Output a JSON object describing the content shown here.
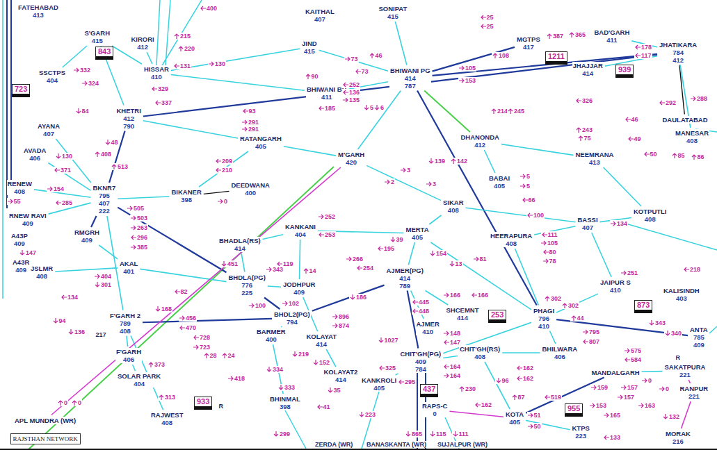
{
  "diagram": {
    "nodes": [
      {
        "text": [
          "FATEHABAD",
          "413"
        ]
      },
      {
        "text": [
          "KIRORI",
          "412"
        ]
      },
      {
        "text": [
          "KAITHAL",
          "407"
        ]
      },
      {
        "text": [
          "SONIPAT",
          "415"
        ]
      },
      {
        "text": [
          "S'GARH",
          "415"
        ]
      },
      {
        "text": [
          "HISSAR",
          "410"
        ]
      },
      {
        "text": [
          "JIND",
          "415"
        ]
      },
      {
        "text": [
          "BHIWANI PG",
          "414",
          "787"
        ]
      },
      {
        "text": [
          "BHIWANI BB",
          "411"
        ]
      },
      {
        "text": [
          "MGTPS",
          "417"
        ]
      },
      {
        "text": [
          "BAD'GARH",
          "411"
        ]
      },
      {
        "text": [
          "JHAJJAR",
          "414"
        ]
      },
      {
        "text": [
          "JHATIKARA",
          "784",
          "412"
        ]
      },
      {
        "text": [
          "SSCTPS",
          "404"
        ]
      },
      {
        "text": [
          "KHETRI",
          "412",
          "790"
        ]
      },
      {
        "text": [
          "AYANA",
          "407"
        ]
      },
      {
        "text": [
          "AVADA",
          "406"
        ]
      },
      {
        "text": [
          "RATANGARH",
          "405"
        ]
      },
      {
        "text": [
          "M'GARH",
          "420"
        ]
      },
      {
        "text": [
          "DHANONDA",
          "412"
        ]
      },
      {
        "text": [
          "NEEMRANA",
          "413"
        ]
      },
      {
        "text": [
          "DAULATABAD"
        ]
      },
      {
        "text": [
          "MANESAR",
          "408"
        ]
      },
      {
        "text": [
          "RENEW",
          "408"
        ]
      },
      {
        "text": [
          "BKNR7",
          "795",
          "407",
          "222"
        ]
      },
      {
        "text": [
          "BIKANER",
          "398"
        ]
      },
      {
        "text": [
          "DEEDWANA",
          "400"
        ]
      },
      {
        "text": [
          "BABAI",
          "405"
        ]
      },
      {
        "text": [
          "SIKAR",
          "408"
        ]
      },
      {
        "text": [
          "KOTPUTLI",
          "408"
        ]
      },
      {
        "text": [
          "RNEW RAVI",
          "409"
        ]
      },
      {
        "text": [
          "A43P",
          "409"
        ]
      },
      {
        "text": [
          "A43R",
          "409"
        ]
      },
      {
        "text": [
          "RMGRH",
          "409"
        ]
      },
      {
        "text": [
          "BHADLA(RS)",
          "414"
        ]
      },
      {
        "text": [
          "KANKANI",
          "404"
        ]
      },
      {
        "text": [
          "MERTA",
          "405"
        ]
      },
      {
        "text": [
          "HEERAPURA",
          "408"
        ]
      },
      {
        "text": [
          "BASSI",
          "407"
        ]
      },
      {
        "text": [
          "AKAL",
          "401"
        ]
      },
      {
        "text": [
          "JSLMR",
          "408"
        ]
      },
      {
        "text": [
          "BHDLA(PG)",
          "776",
          "225"
        ]
      },
      {
        "text": [
          "JODHPUR",
          "409"
        ]
      },
      {
        "text": [
          "JAIPUR S",
          "410"
        ]
      },
      {
        "text": [
          "KALISINDH",
          "403"
        ]
      },
      {
        "text": [
          "AJMER(PG)",
          "414",
          "789"
        ]
      },
      {
        "text": [
          "SHCEMNT",
          "414"
        ]
      },
      {
        "text": [
          "PHAGI",
          "796",
          "410"
        ]
      },
      {
        "text": [
          "F'GARH 2",
          "789",
          "408"
        ]
      },
      {
        "text": [
          "BHDL2(PG)",
          "794"
        ]
      },
      {
        "text": [
          "BARMER",
          "400"
        ]
      },
      {
        "text": [
          "AJMER",
          "410"
        ]
      },
      {
        "text": [
          "ANTA",
          "785",
          "409"
        ]
      },
      {
        "text": [
          "F'GARH",
          "406"
        ]
      },
      {
        "text": [
          "KOLAYAT",
          "414"
        ]
      },
      {
        "text": [
          "CHIT'GH(PG)",
          "409",
          "784"
        ]
      },
      {
        "text": [
          "CHIT'GH(RS)",
          "408"
        ]
      },
      {
        "text": [
          "BHILWARA",
          "406"
        ]
      },
      {
        "text": [
          "SOLAR PARK",
          "404"
        ]
      },
      {
        "text": [
          "KOLAYAT2",
          "414"
        ]
      },
      {
        "text": [
          "KANKROLI",
          "405"
        ]
      },
      {
        "text": [
          "MANDALGARH"
        ]
      },
      {
        "text": [
          "SAKATPURA",
          "221"
        ]
      },
      {
        "text": [
          "RAJWEST",
          "408"
        ]
      },
      {
        "text": [
          "BHINMAL",
          "398"
        ]
      },
      {
        "text": [
          "RAPS-C",
          "0"
        ]
      },
      {
        "text": [
          "KOTA",
          "405"
        ]
      },
      {
        "text": [
          "KTPS",
          "223"
        ]
      },
      {
        "text": [
          "RANPUR",
          "221"
        ]
      },
      {
        "text": [
          "MORAK",
          "216"
        ]
      },
      {
        "text": [
          "APL MUNDRA (WR)"
        ]
      },
      {
        "text": [
          "RAJSTHAN NETWORK"
        ]
      },
      {
        "text": [
          "843"
        ]
      },
      {
        "text": [
          "723"
        ]
      },
      {
        "text": [
          "1211"
        ]
      },
      {
        "text": [
          "939"
        ]
      },
      {
        "text": [
          "253"
        ]
      },
      {
        "text": [
          "437"
        ]
      },
      {
        "text": [
          "933"
        ]
      },
      {
        "text": [
          "955"
        ]
      },
      {
        "text": [
          "873"
        ]
      }
    ],
    "edges": [
      {
        "from": 13,
        "to": 4,
        "arrow": "none"
      },
      {
        "from": 4,
        "to": 5,
        "arrow": "none"
      },
      {
        "from": 5,
        "to": 1,
        "arrow": "none"
      },
      {
        "from": 5,
        "to": 8,
        "arrow": "none"
      },
      {
        "from": 5,
        "to": 6,
        "arrow": "none"
      },
      {
        "from": 8,
        "to": 7,
        "arrow": "none"
      },
      {
        "from": 6,
        "to": 7,
        "arrow": "none"
      },
      {
        "from": 7,
        "to": 3,
        "arrow": "none"
      },
      {
        "from": 7,
        "to": 9,
        "arrow": "none"
      },
      {
        "from": 7,
        "to": 12,
        "arrow": "none"
      },
      {
        "from": 10,
        "to": 12,
        "arrow": "none"
      },
      {
        "from": 11,
        "to": 12,
        "arrow": "none"
      },
      {
        "from": 12,
        "to": 21,
        "arrow": "none"
      },
      {
        "from": 14,
        "to": 24,
        "arrow": "none"
      },
      {
        "from": 14,
        "to": 12,
        "arrow": "none"
      },
      {
        "from": 14,
        "to": 17,
        "arrow": "none"
      },
      {
        "from": 15,
        "to": 24,
        "arrow": "none"
      },
      {
        "from": 16,
        "to": 24,
        "arrow": "none"
      },
      {
        "from": 23,
        "to": 24,
        "arrow": "none"
      },
      {
        "from": 30,
        "to": 24,
        "arrow": "none"
      },
      {
        "from": 24,
        "to": 25,
        "arrow": "none"
      },
      {
        "from": 24,
        "to": 33,
        "arrow": "none"
      },
      {
        "from": 24,
        "to": 41,
        "arrow": "none"
      },
      {
        "from": 24,
        "to": 48,
        "arrow": "none"
      },
      {
        "from": 25,
        "to": 17,
        "arrow": "none"
      },
      {
        "from": 26,
        "to": 25,
        "arrow": "none"
      },
      {
        "from": 17,
        "to": 18,
        "arrow": "none"
      },
      {
        "from": 18,
        "to": 7,
        "arrow": "none"
      },
      {
        "from": 18,
        "to": 28,
        "arrow": "none"
      },
      {
        "from": 7,
        "to": 47,
        "arrow": "none"
      },
      {
        "from": 19,
        "to": 27,
        "arrow": "none"
      },
      {
        "from": 19,
        "to": 20,
        "arrow": "none"
      },
      {
        "from": 20,
        "to": 29,
        "arrow": "none"
      },
      {
        "from": 28,
        "to": 36,
        "arrow": "none"
      },
      {
        "from": 28,
        "to": 38,
        "arrow": "none"
      },
      {
        "from": 35,
        "to": 36,
        "arrow": "none"
      },
      {
        "from": 34,
        "to": 35,
        "arrow": "none"
      },
      {
        "from": 36,
        "to": 45,
        "arrow": "none"
      },
      {
        "from": 36,
        "to": 47,
        "arrow": "none"
      },
      {
        "from": 37,
        "to": 47,
        "arrow": "none"
      },
      {
        "from": 37,
        "to": 38,
        "arrow": "none"
      },
      {
        "from": 38,
        "to": 43,
        "arrow": "none"
      },
      {
        "from": 38,
        "to": 29,
        "arrow": "none"
      },
      {
        "from": 39,
        "to": 33,
        "arrow": "none"
      },
      {
        "from": 40,
        "to": 39,
        "arrow": "none"
      },
      {
        "from": 39,
        "to": 41,
        "arrow": "none"
      },
      {
        "from": 41,
        "to": 49,
        "arrow": "none"
      },
      {
        "from": 48,
        "to": 49,
        "arrow": "none"
      },
      {
        "from": 41,
        "to": 34,
        "arrow": "none"
      },
      {
        "from": 42,
        "to": 35,
        "arrow": "none"
      },
      {
        "from": 42,
        "to": 41,
        "arrow": "none"
      },
      {
        "from": 49,
        "to": 45,
        "arrow": "none"
      },
      {
        "from": 45,
        "to": 55,
        "arrow": "none"
      },
      {
        "from": 45,
        "to": 51,
        "arrow": "none"
      },
      {
        "from": 45,
        "to": 46,
        "arrow": "none"
      },
      {
        "from": 47,
        "to": 52,
        "arrow": "none"
      },
      {
        "from": 47,
        "to": 43,
        "arrow": "none"
      },
      {
        "from": 48,
        "to": 53,
        "arrow": "none"
      },
      {
        "from": 53,
        "to": 58,
        "arrow": "none"
      },
      {
        "from": 48,
        "to": 63,
        "arrow": "none"
      },
      {
        "from": 50,
        "to": 49,
        "arrow": "none"
      },
      {
        "from": 50,
        "to": 64,
        "arrow": "none"
      },
      {
        "from": 42,
        "to": 54,
        "arrow": "none"
      },
      {
        "from": 54,
        "to": 59,
        "arrow": "none"
      },
      {
        "from": 55,
        "to": 56,
        "arrow": "none"
      },
      {
        "from": 55,
        "to": 60,
        "arrow": "none"
      },
      {
        "from": 56,
        "to": 57,
        "arrow": "none"
      },
      {
        "from": 57,
        "to": 47,
        "arrow": "none"
      },
      {
        "from": 56,
        "to": 66,
        "arrow": "none"
      },
      {
        "from": 66,
        "to": 67,
        "arrow": "none"
      },
      {
        "from": 61,
        "to": 62,
        "arrow": "none"
      },
      {
        "from": 62,
        "to": 68,
        "arrow": "none"
      },
      {
        "from": 68,
        "to": 69,
        "arrow": "none"
      },
      {
        "from": 66,
        "to": 65,
        "arrow": "none"
      },
      {
        "from": 70,
        "to": 18,
        "arrow": "none"
      },
      {
        "from": 12,
        "to": 22,
        "arrow": "none"
      },
      {
        "from": 19,
        "to": 7,
        "arrow": "none"
      },
      {
        "from": 14,
        "to": 4,
        "arrow": "none"
      },
      {
        "from": 55,
        "to": 47,
        "arrow": "none"
      },
      {
        "from": 66,
        "to": 61,
        "arrow": "none"
      }
    ],
    "labels": [
      "400",
      "215",
      "220",
      "73",
      "73",
      "46",
      "105",
      "153",
      "108",
      "387",
      "365",
      "131",
      "130",
      "90",
      "252",
      "136",
      "135",
      "185",
      "93",
      "25",
      "25",
      "332",
      "324",
      "329",
      "337",
      "84",
      "48",
      "130",
      "371",
      "408",
      "513",
      "154",
      "55",
      "285",
      "147",
      "291",
      "291",
      "209",
      "210",
      "3",
      "3",
      "2",
      "5",
      "6",
      "139",
      "142",
      "214",
      "245",
      "326",
      "46",
      "49",
      "50",
      "85",
      "86",
      "292",
      "288",
      "178",
      "117",
      "243",
      "75",
      "5",
      "5",
      "66",
      "100",
      "505",
      "503",
      "0",
      "252",
      "253",
      "39",
      "195",
      "266",
      "254",
      "119",
      "111",
      "105",
      "80",
      "78",
      "81",
      "218",
      "251",
      "134",
      "263",
      "296",
      "385",
      "404",
      "301",
      "134",
      "94",
      "136",
      "82",
      "168",
      "456",
      "470",
      "728",
      "723",
      "343",
      "451",
      "186",
      "14",
      "102",
      "100",
      "896",
      "874",
      "219",
      "445",
      "448",
      "166",
      "166",
      "154",
      "13",
      "302",
      "302",
      "44",
      "795",
      "807",
      "575",
      "584",
      "343",
      "340",
      "1027",
      "148",
      "147",
      "164",
      "164",
      "230",
      "96",
      "162",
      "162",
      "162",
      "87",
      "51",
      "50",
      "519",
      "159",
      "157",
      "157",
      "153",
      "163",
      "165",
      "133",
      "132",
      "0",
      "0",
      "325",
      "295",
      "865",
      "115",
      "111",
      "223",
      "41",
      "35",
      "152",
      "334",
      "333",
      "299",
      "418",
      "24",
      "28",
      "373",
      "313",
      "0",
      "0",
      "217",
      "ZERDA (WR)",
      "BANASKANTA (WR)",
      "SUJALPUR (WR)",
      "R",
      "R"
    ]
  }
}
